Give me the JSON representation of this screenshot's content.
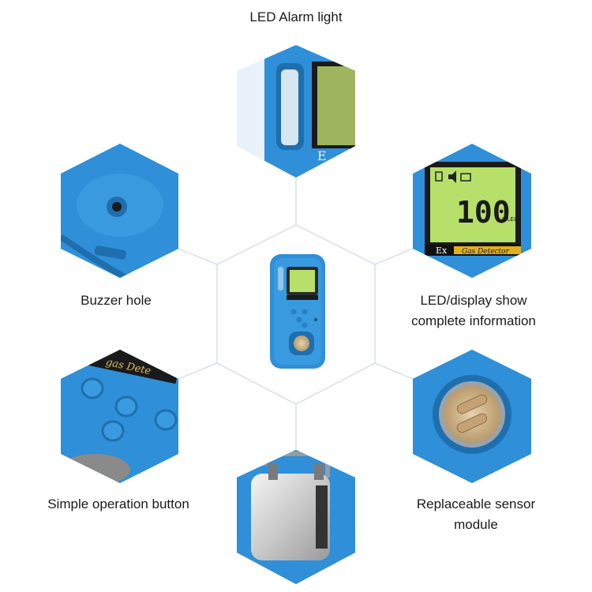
{
  "captions": {
    "led_alarm": "LED Alarm light",
    "buzzer": "Buzzer hole",
    "display_line1": "LED/display show",
    "display_line2": "complete information",
    "buttons": "Simple operation button",
    "sensor_line1": "Replaceable sensor",
    "sensor_line2": "module"
  },
  "device": {
    "lcd_reading": "100",
    "lcd_unit": "%LEL",
    "brand_badge": "Ex",
    "product_label": "Gas Detector"
  },
  "colors": {
    "housing_blue": "#2f8fd8",
    "housing_dark": "#1f6fae",
    "lcd_green": "#b7e06a",
    "connector": "#cfd6e4",
    "caption_text": "#1a1a1a"
  },
  "icons": [
    "battery-icon",
    "speaker-icon",
    "signal-icon"
  ]
}
